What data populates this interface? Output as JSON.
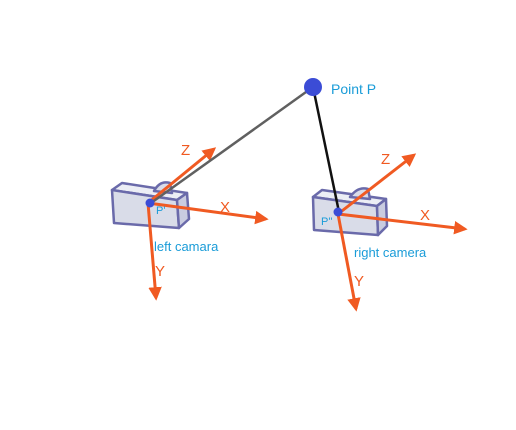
{
  "colors": {
    "axis": "#f05a22",
    "camera_body": "#d9dce8",
    "camera_stroke": "#6a6aaa",
    "point": "#3b4cd6",
    "label": "#1a9cd8",
    "left_ray": "#606060",
    "right_ray": "#111111"
  },
  "point_p": {
    "label": "Point P"
  },
  "left_camera": {
    "label": "left camara",
    "projection_label": "P'",
    "axis_labels": {
      "x": "X",
      "y": "Y",
      "z": "Z"
    }
  },
  "right_camera": {
    "label": "right camera",
    "projection_label": "P''",
    "axis_labels": {
      "x": "X",
      "y": "Y",
      "z": "Z"
    }
  }
}
